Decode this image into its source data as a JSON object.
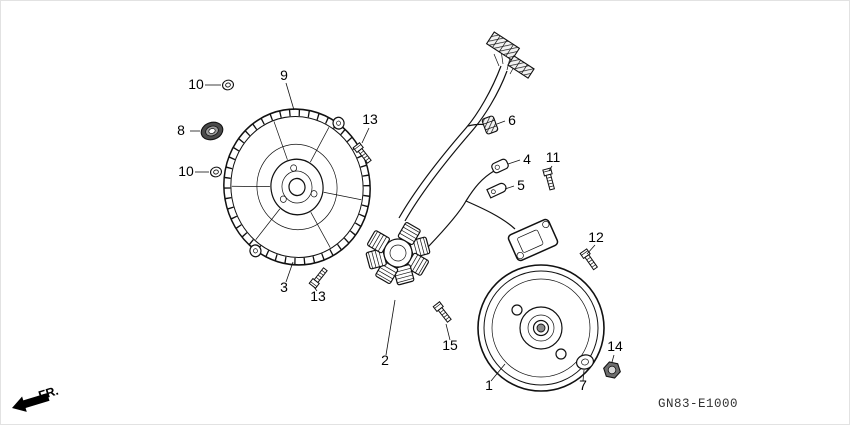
{
  "colors": {
    "background": "#ffffff",
    "line": "#111111"
  },
  "diagram": {
    "code": "GN83-E1000",
    "fr_label": "FR.",
    "callouts": [
      {
        "label": "10"
      },
      {
        "label": "9"
      },
      {
        "label": "8"
      },
      {
        "label": "10"
      },
      {
        "label": "13"
      },
      {
        "label": "3"
      },
      {
        "label": "13"
      },
      {
        "label": "2"
      },
      {
        "label": "6"
      },
      {
        "label": "4"
      },
      {
        "label": "5"
      },
      {
        "label": "11"
      },
      {
        "label": "12"
      },
      {
        "label": "15"
      },
      {
        "label": "1"
      },
      {
        "label": "7"
      },
      {
        "label": "14"
      }
    ]
  }
}
